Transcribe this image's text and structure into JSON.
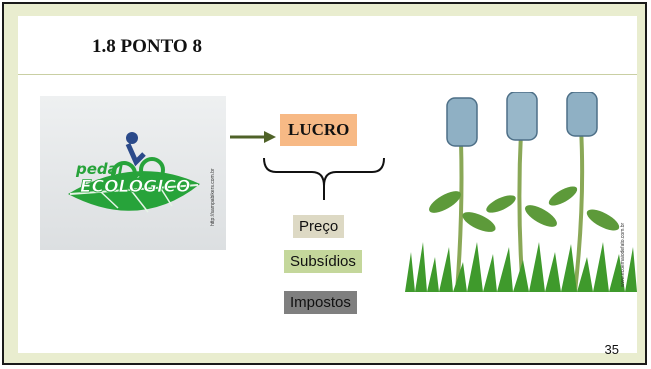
{
  "slide": {
    "title": "1.8 PONTO 8",
    "page_number": "35"
  },
  "logo_image": {
    "text_line1": "pedal",
    "text_line2": "ECOLÓGICO",
    "credit": "http://sampabikers.com.br"
  },
  "center": {
    "main_label": "LUCRO",
    "items": [
      "Preço",
      "Subsídios",
      "Impostos"
    ]
  },
  "money_image": {
    "credit": "www.ecoemaiodefato.com.br"
  },
  "colors": {
    "frame": "#e9edcf",
    "lucro_bg": "#f7b985",
    "preco_bg": "#ddd9c4",
    "subsidios_bg": "#c4d79b",
    "impostos_bg": "#7f7f7f",
    "arrow": "#4f6228"
  }
}
